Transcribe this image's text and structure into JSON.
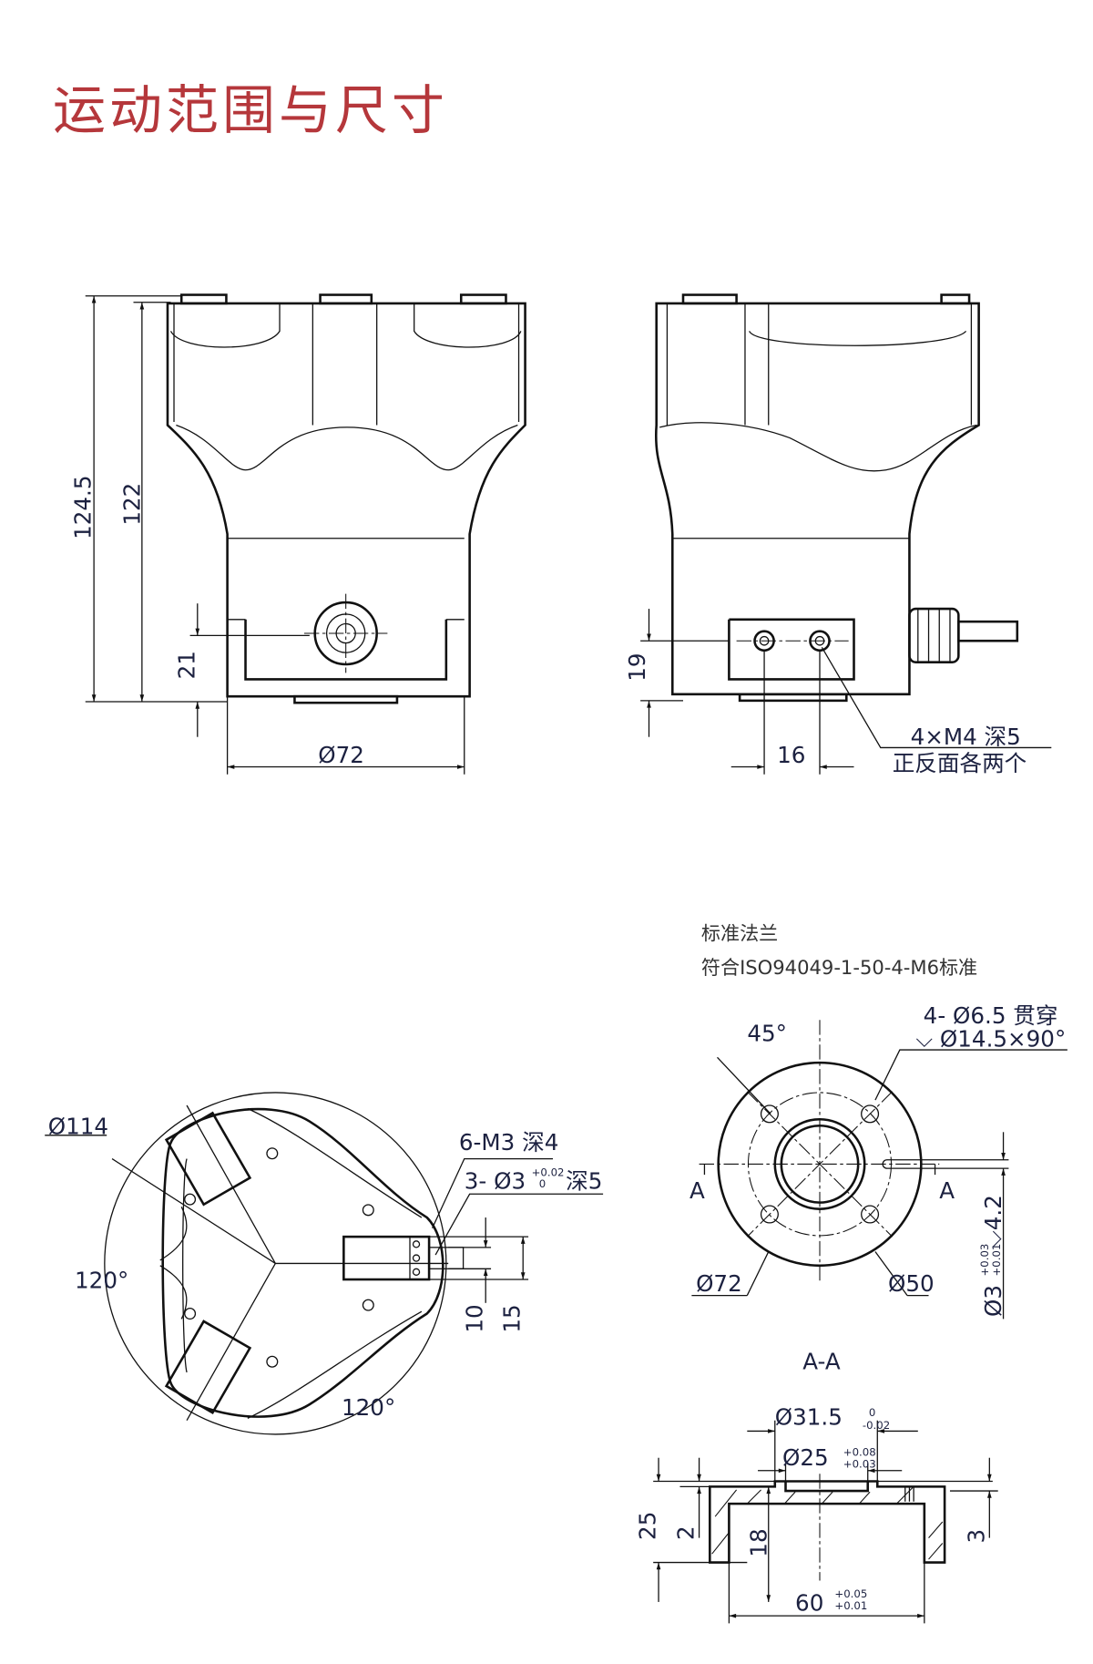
{
  "title": "运动范围与尺寸",
  "colors": {
    "title": "#b5373b",
    "dimension_text": "#1c2140",
    "line": "#111111"
  },
  "front_view": {
    "height_total": "124.5",
    "height_body": "122",
    "port_height": "21",
    "diameter": "Ø72"
  },
  "side_view": {
    "port_height": "19",
    "hole_spacing": "16",
    "hole_note_1": "4×M4 深5",
    "hole_note_2": "正反面各两个"
  },
  "bottom_view": {
    "diameter": "Ø114",
    "angle_1": "120°",
    "angle_2": "120°",
    "thread_note": "6-M3 深4",
    "pin_note_prefix": "3- Ø3",
    "pin_tol_upper": "+0.02",
    "pin_tol_lower": "0",
    "pin_depth": "深5",
    "dim_10": "10",
    "dim_15": "15"
  },
  "flange": {
    "heading": "标准法兰",
    "standard": "符合ISO94049-1-50-4-M6标准",
    "angle": "45°",
    "hole_note": "4- Ø6.5 贯穿",
    "countersink_note": "⌵ Ø14.5×90°",
    "section_mark_left": "A",
    "section_mark_right": "A",
    "outer_diameter": "Ø72",
    "bolt_circle": "Ø50",
    "pin_hole": "Ø3",
    "pin_tol_upper": "+0.03",
    "pin_tol_lower": "+0.01",
    "pin_depth": "⌵4.2"
  },
  "section": {
    "label": "A-A",
    "d_boss": "Ø31.5",
    "d_boss_tol_upper": "0",
    "d_boss_tol_lower": "-0.02",
    "d_recess": "Ø25",
    "d_recess_tol_upper": "+0.08",
    "d_recess_tol_lower": "+0.03",
    "height": "25",
    "boss_height": "2",
    "cavity_depth": "18",
    "pin_depth": "3",
    "bore": "60",
    "bore_tol_upper": "+0.05",
    "bore_tol_lower": "+0.01"
  }
}
